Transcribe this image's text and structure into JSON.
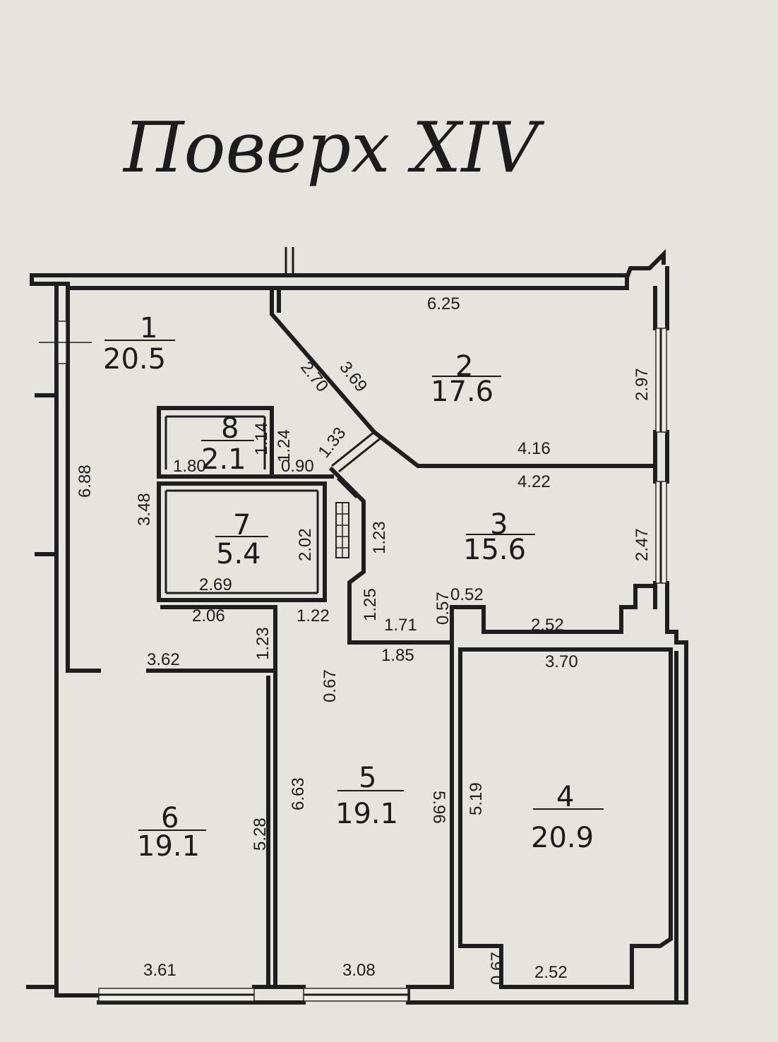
{
  "title": "Поверх XIV",
  "rooms": [
    {
      "number": "1",
      "area": "20.5"
    },
    {
      "number": "2",
      "area": "17.6"
    },
    {
      "number": "3",
      "area": "15.6"
    },
    {
      "number": "4",
      "area": "20.9"
    },
    {
      "number": "5",
      "area": "19.1"
    },
    {
      "number": "6",
      "area": "19.1"
    },
    {
      "number": "7",
      "area": "5.4"
    },
    {
      "number": "8",
      "area": "2.1"
    }
  ],
  "dimensions": [
    "6.25",
    "2.97",
    "2.70",
    "3.69",
    "1.33",
    "1.24",
    "0.90",
    "1.14",
    "1.80",
    "4.16",
    "4.22",
    "2.47",
    "6.88",
    "3.48",
    "2.02",
    "1.23",
    "2.69",
    "2.06",
    "1.23",
    "1.22",
    "1.25",
    "1.71",
    "0.57",
    "0.52",
    "2.52",
    "1.85",
    "3.70",
    "3.62",
    "0.67",
    "6.63",
    "5.28",
    "5.96",
    "5.19",
    "3.61",
    "3.08",
    "0.67",
    "2.52"
  ]
}
